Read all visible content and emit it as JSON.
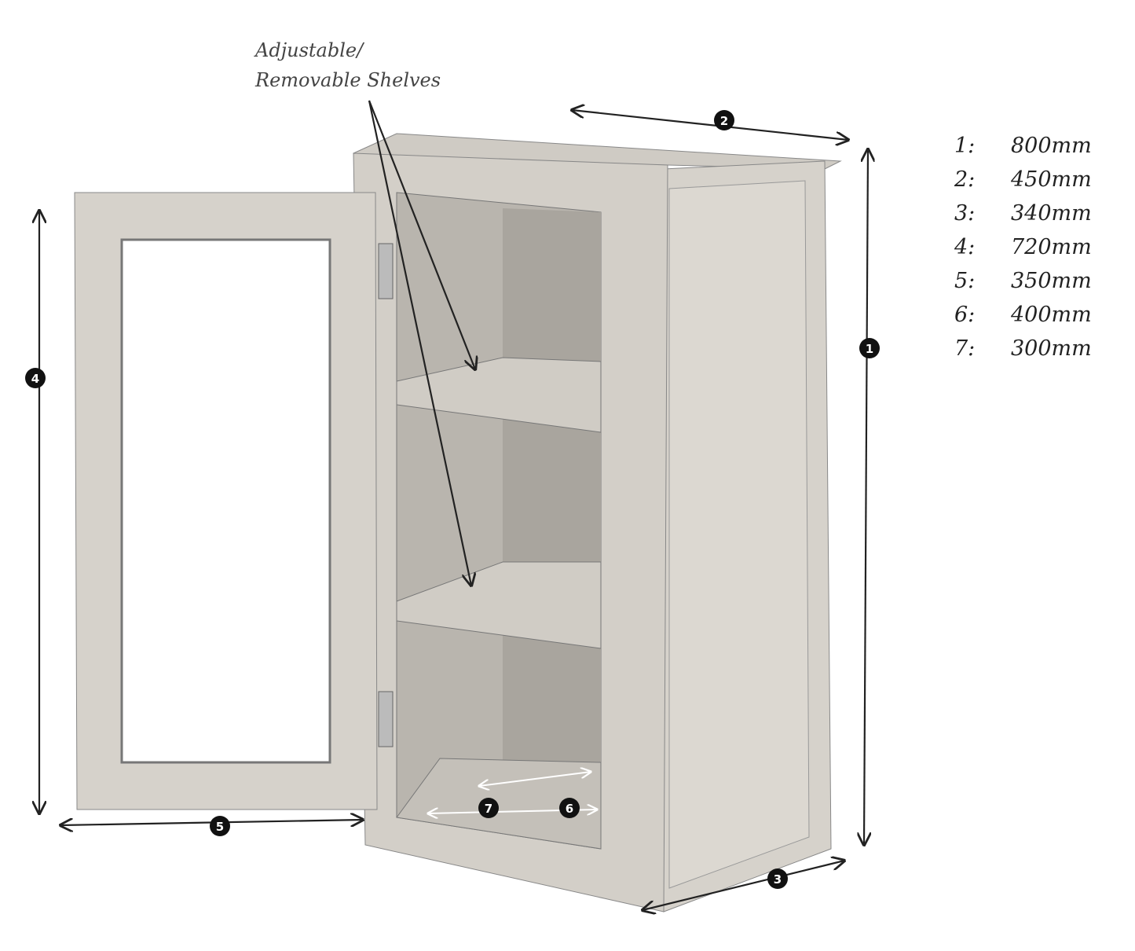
{
  "annotation": {
    "line1": "Adjustable/",
    "line2": "Removable Shelves"
  },
  "markers": [
    "1",
    "2",
    "3",
    "4",
    "5",
    "6",
    "7"
  ],
  "dimensions": [
    {
      "key": "1:",
      "value": "800mm"
    },
    {
      "key": "2:",
      "value": "450mm"
    },
    {
      "key": "3:",
      "value": "340mm"
    },
    {
      "key": "4:",
      "value": "720mm"
    },
    {
      "key": "5:",
      "value": "350mm"
    },
    {
      "key": "6:",
      "value": "400mm"
    },
    {
      "key": "7:",
      "value": "300mm"
    }
  ]
}
